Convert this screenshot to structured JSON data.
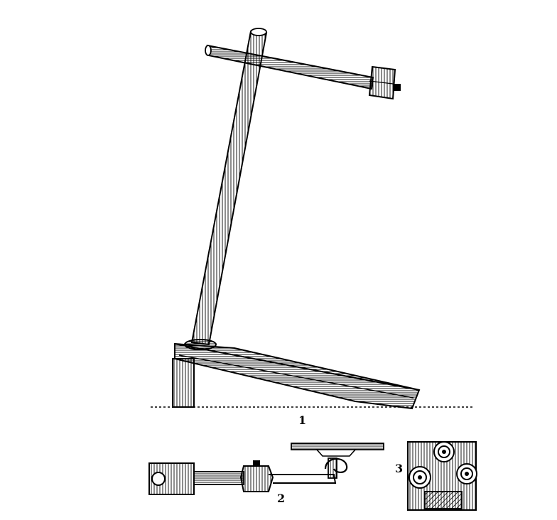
{
  "figures": [
    {
      "id": "fig1",
      "label": "1"
    },
    {
      "id": "fig2",
      "label": "2"
    },
    {
      "id": "fig3",
      "label": "3"
    }
  ],
  "colors": {
    "ink": "#000000",
    "paper": "#ffffff"
  }
}
